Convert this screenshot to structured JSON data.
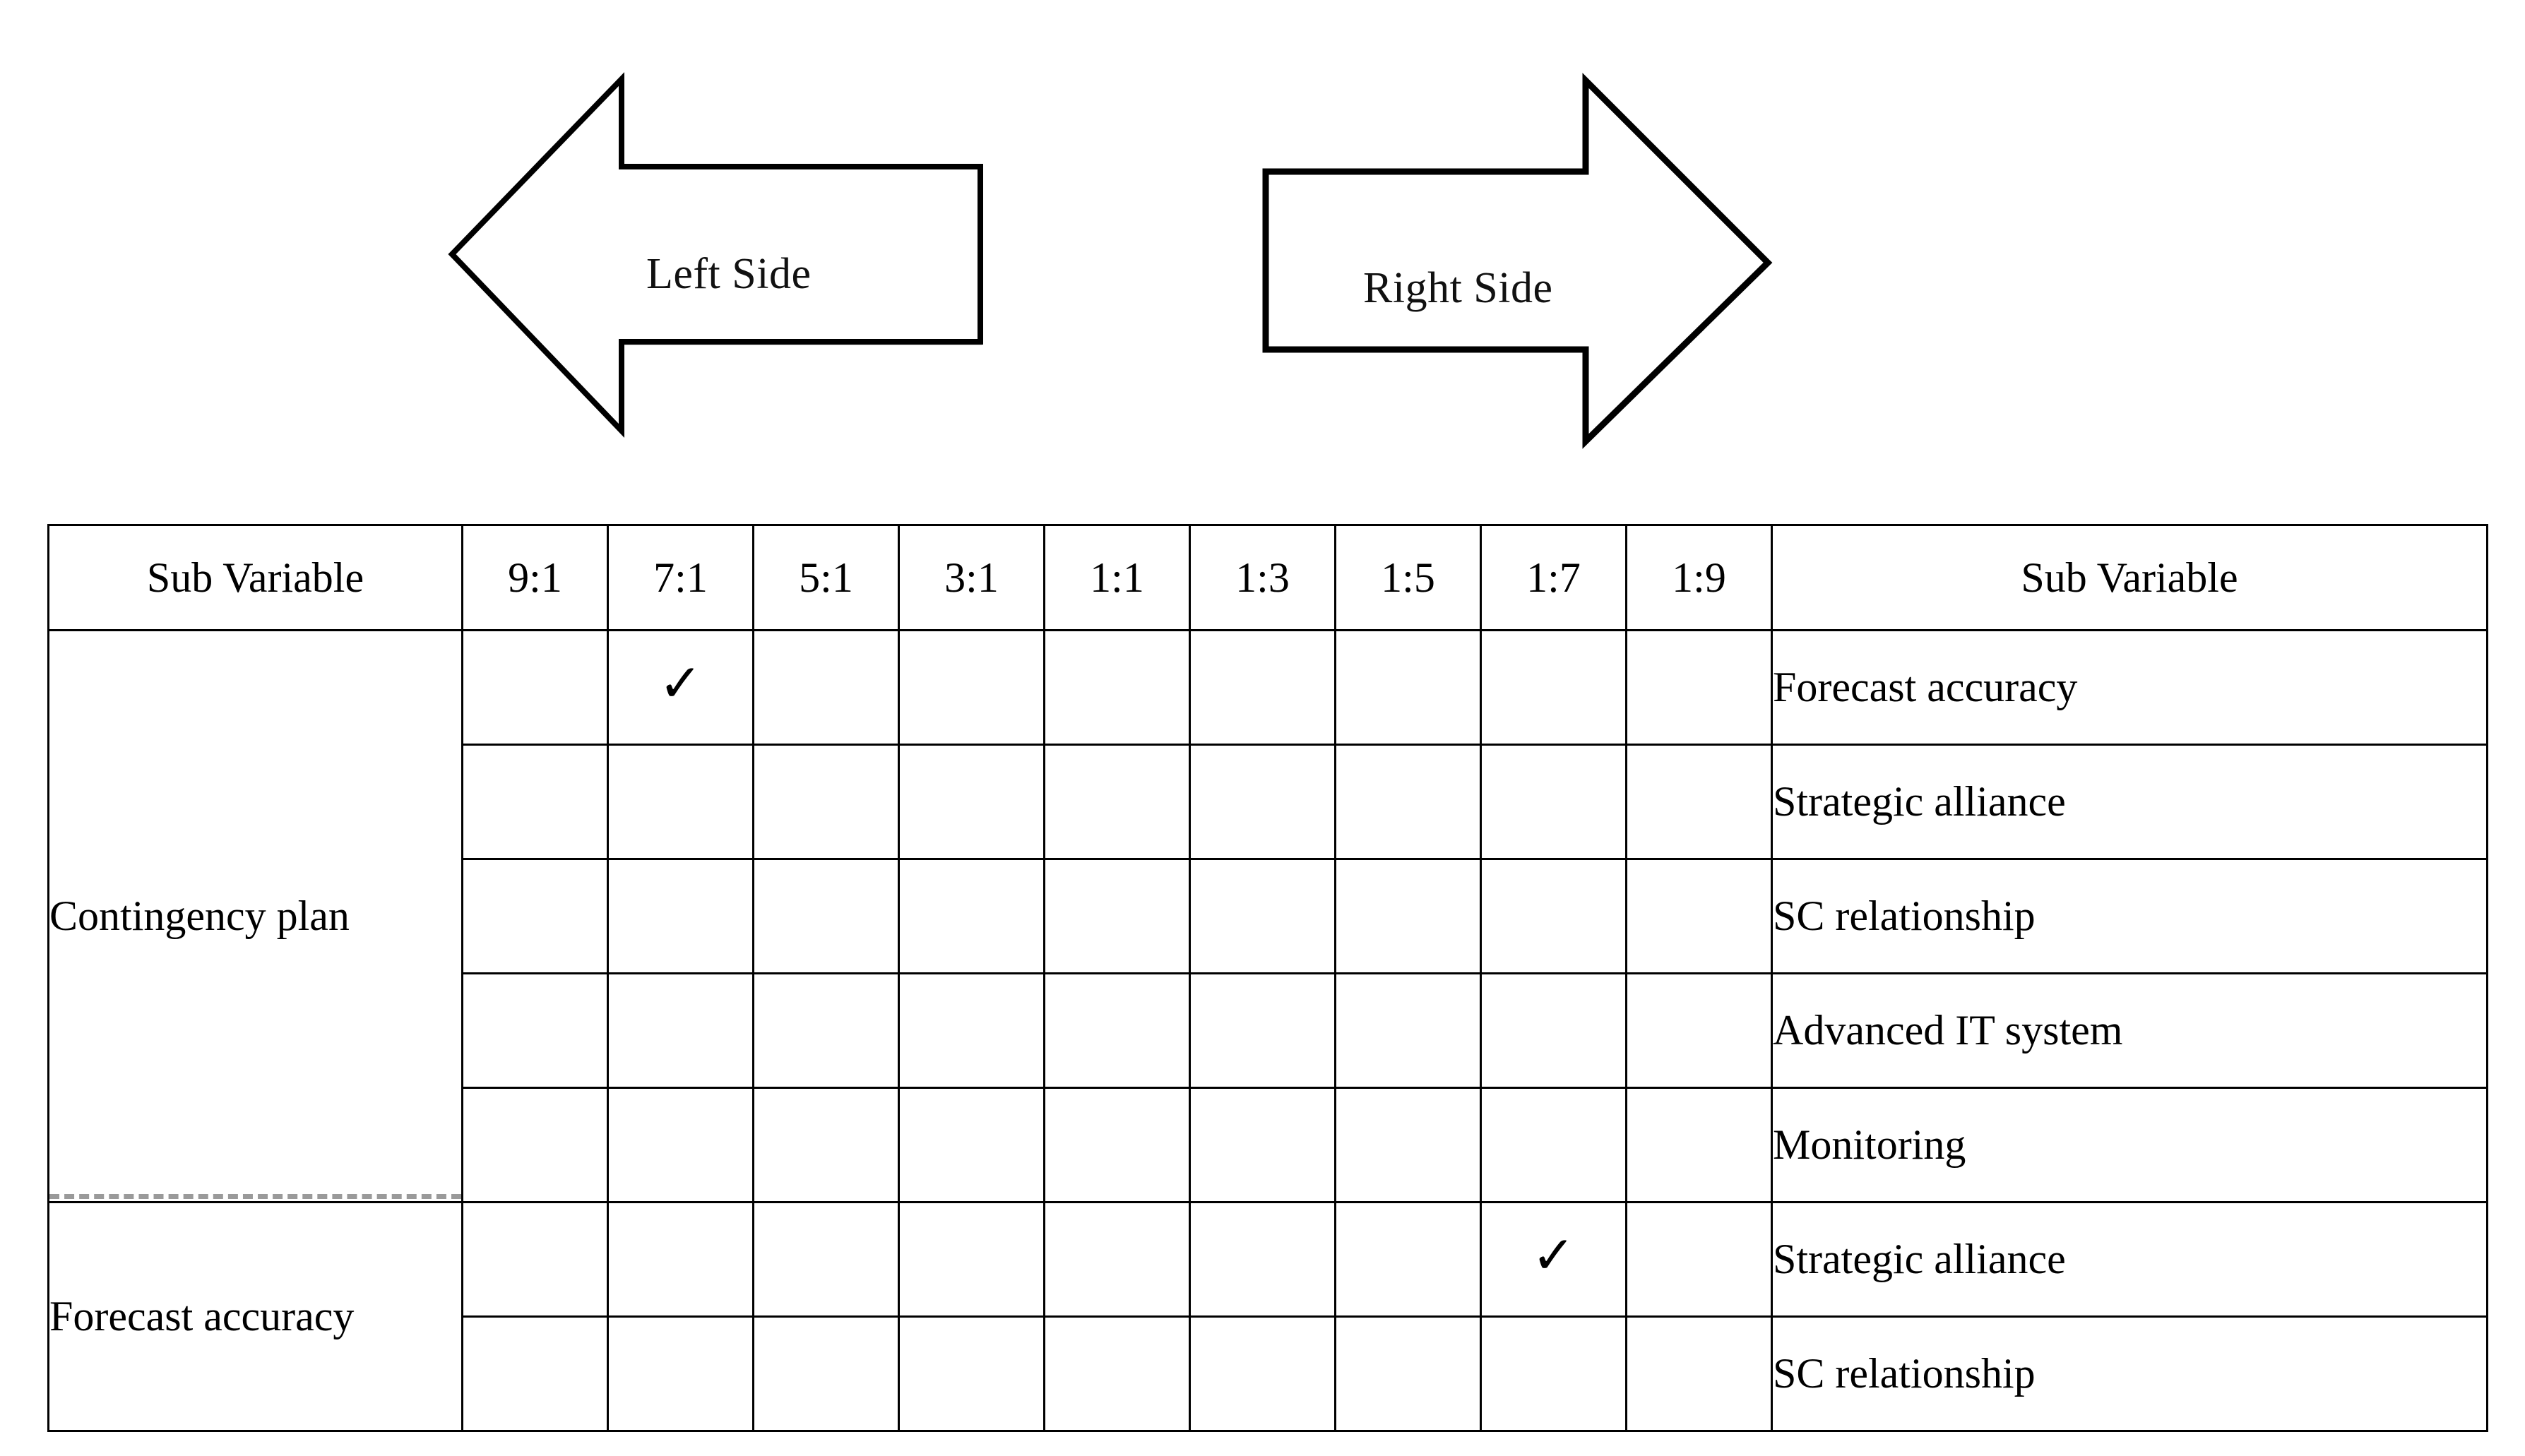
{
  "arrows": {
    "left": {
      "label": "Left Side",
      "direction": "left",
      "icon": "arrow-left-icon"
    },
    "right": {
      "label": "Right Side",
      "direction": "right",
      "icon": "arrow-right-icon"
    }
  },
  "matrix": {
    "header": {
      "left_label": "Sub Variable",
      "right_label": "Sub Variable",
      "ratios": [
        "9:1",
        "7:1",
        "5:1",
        "3:1",
        "1:1",
        "1:3",
        "1:5",
        "1:7",
        "1:9"
      ]
    },
    "groups": [
      {
        "label": "Contingency plan",
        "rowspan": 5
      },
      {
        "label": "Forecast accuracy",
        "rowspan": 2
      }
    ],
    "rows": [
      {
        "right_label": "Forecast accuracy",
        "checked_ratio": "7:1"
      },
      {
        "right_label": "Strategic alliance",
        "checked_ratio": null
      },
      {
        "right_label": "SC relationship",
        "checked_ratio": null
      },
      {
        "right_label": "Advanced IT system",
        "checked_ratio": null
      },
      {
        "right_label": "Monitoring",
        "checked_ratio": null
      },
      {
        "right_label": "Strategic alliance",
        "checked_ratio": "1:7"
      },
      {
        "right_label": "SC relationship",
        "checked_ratio": null
      }
    ],
    "check_glyph": "✓"
  },
  "colors": {
    "ink": "#000000",
    "paper": "#ffffff",
    "dashed_divider": "#9a9a9a"
  }
}
